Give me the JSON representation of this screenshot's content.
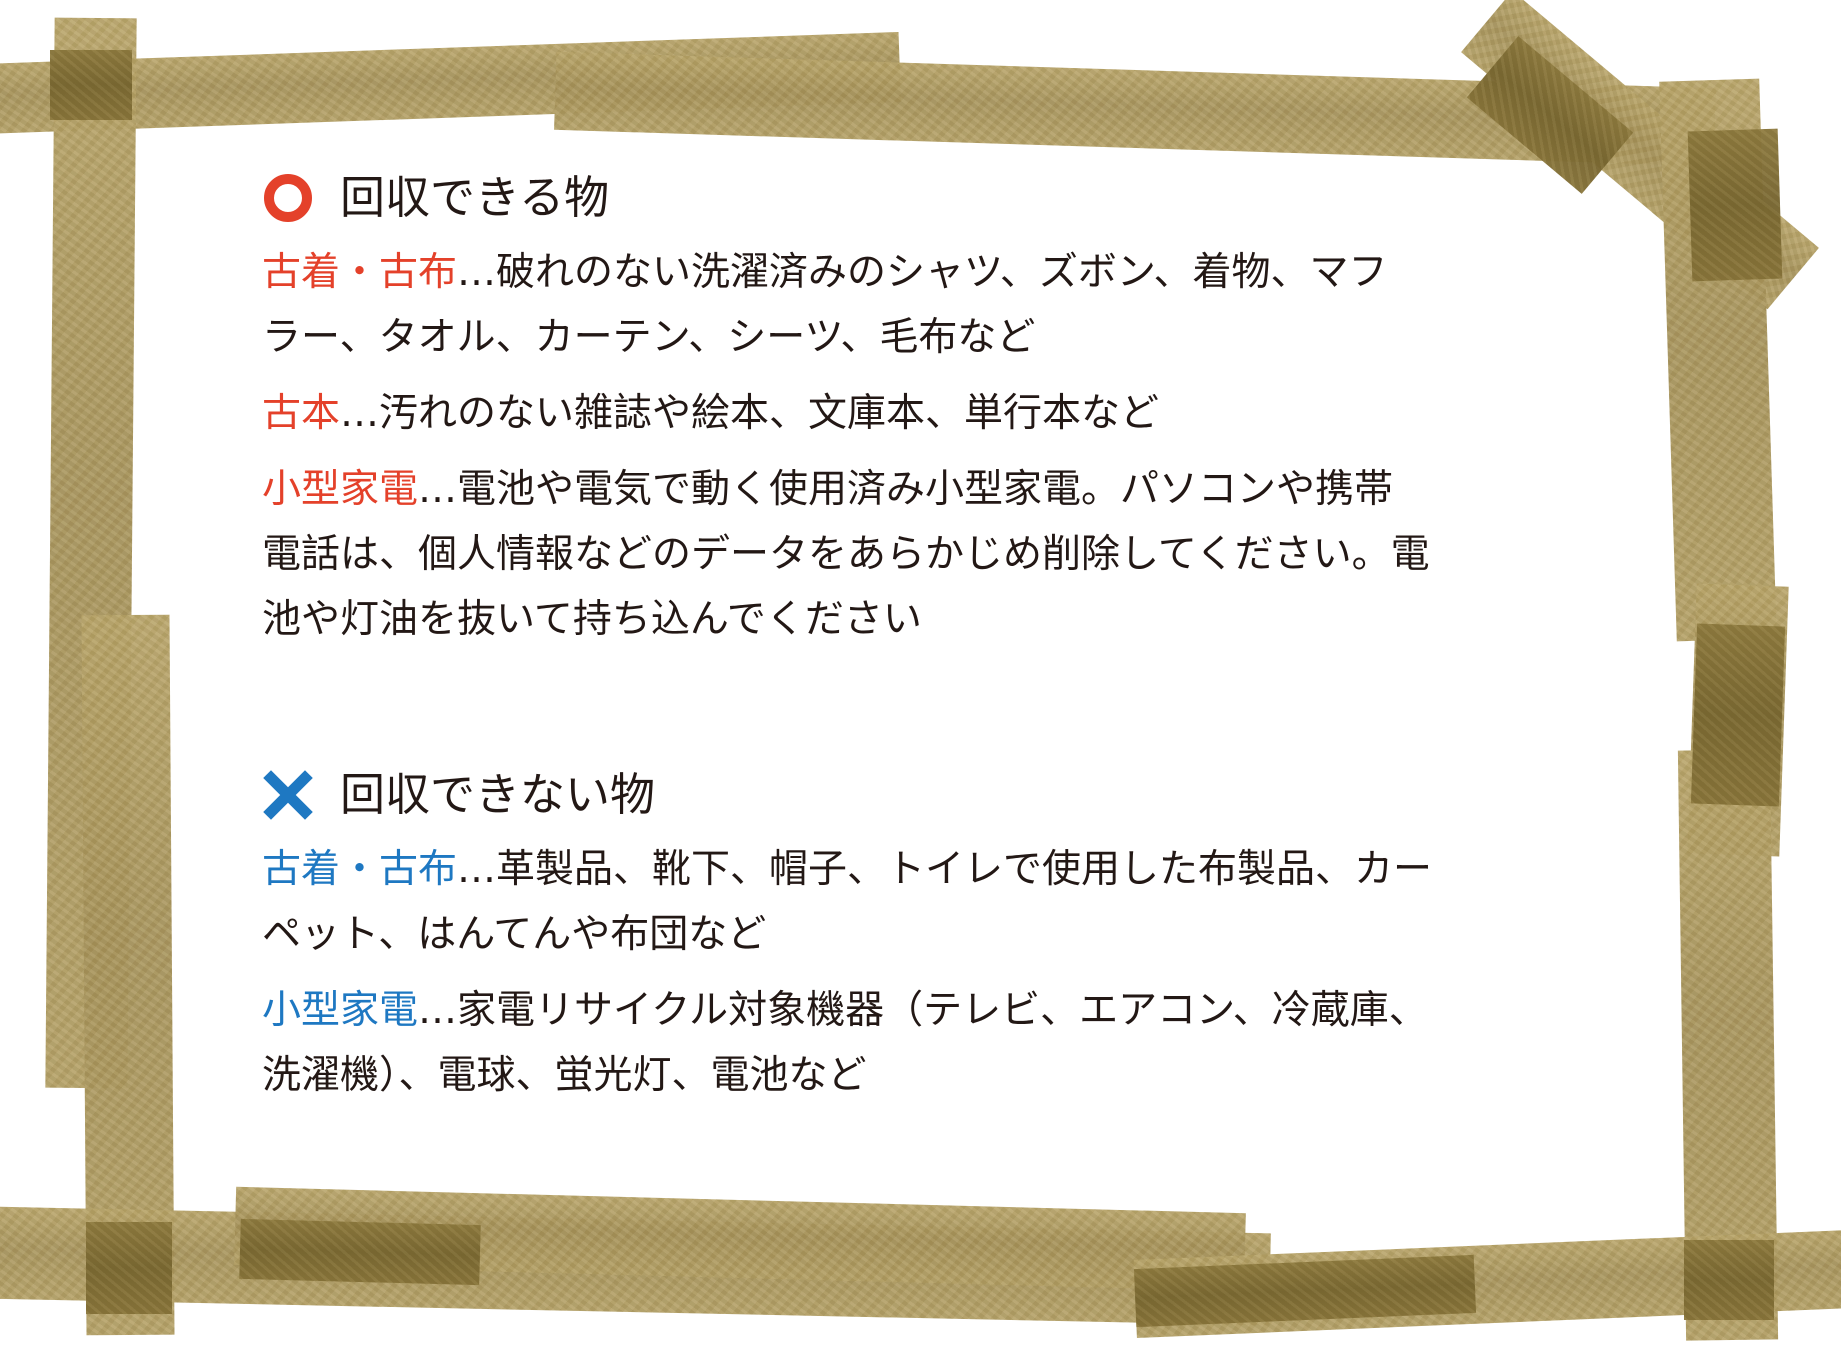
{
  "accept": {
    "heading": "回収できる物",
    "items": [
      {
        "term": "古着・古布",
        "sep": "…",
        "lines": [
          "破れのない洗濯済みのシャツ、ズボン、着物、マフ",
          "ラー、タオル、カーテン、シーツ、毛布など"
        ]
      },
      {
        "term": "古本",
        "sep": "…",
        "lines": [
          "汚れのない雑誌や絵本、文庫本、単行本など"
        ]
      },
      {
        "term": "小型家電",
        "sep": "…",
        "lines": [
          "電池や電気で動く使用済み小型家電。パソコンや携帯",
          "電話は、個人情報などのデータをあらかじめ削除してください。電",
          "池や灯油を抜いて持ち込んでください"
        ]
      }
    ]
  },
  "reject": {
    "heading": "回収できない物",
    "items": [
      {
        "term": "古着・古布",
        "sep": "…",
        "lines": [
          "革製品、靴下、帽子、トイレで使用した布製品、カー",
          "ペット、はんてんや布団など"
        ]
      },
      {
        "term": "小型家電",
        "sep": "…",
        "lines": [
          "家電リサイクル対象機器（テレビ、エアコン、冷蔵庫、",
          "洗濯機）、電球、蛍光灯、電池など"
        ]
      }
    ]
  },
  "colors": {
    "accept_accent": "#e4412a",
    "reject_accent": "#1e78c2",
    "tape": "#b09c5f",
    "text": "#231815"
  },
  "icons": {
    "accept": "circle-icon",
    "reject": "cross-icon"
  }
}
